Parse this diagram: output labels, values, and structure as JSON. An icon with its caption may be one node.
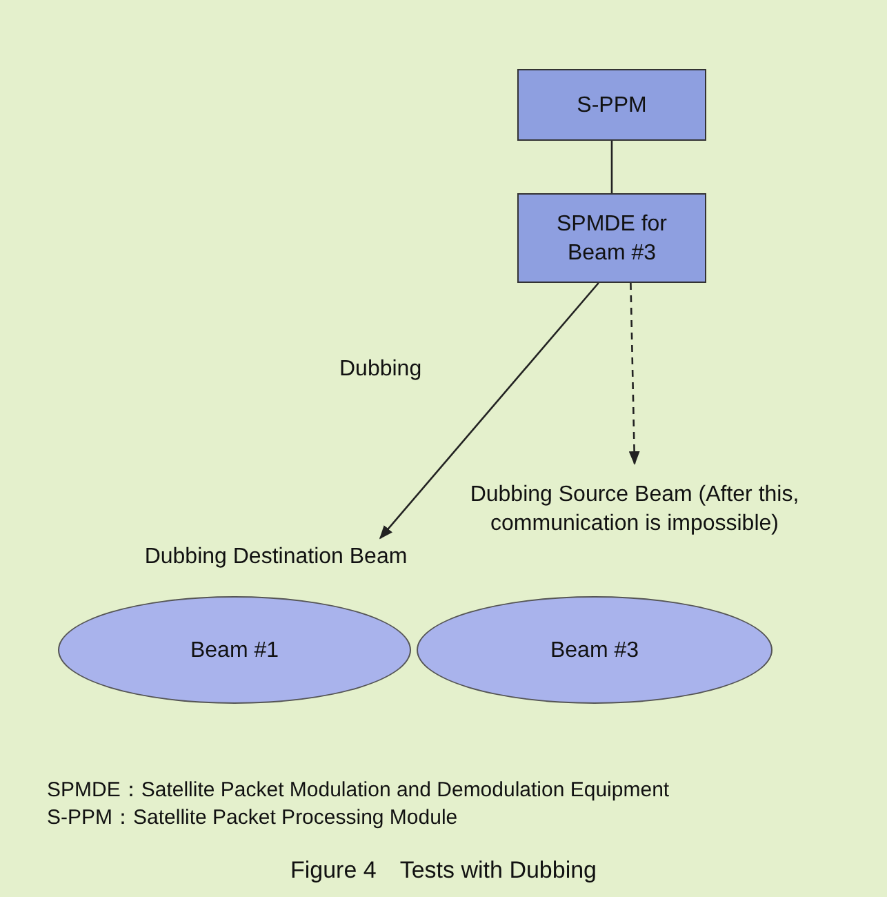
{
  "diagram": {
    "caption": "Figure 4　Tests with Dubbing",
    "nodes": [
      {
        "text": [
          "S-PPM"
        ]
      },
      {
        "text": [
          "SPMDE for Beam #3"
        ]
      },
      {
        "text": [
          "Dubbing Destination Beam"
        ]
      },
      {
        "text": [
          "Dubbing Source Beam (After this, communication is impossible)"
        ]
      },
      {
        "text": [
          "Beam #1"
        ]
      },
      {
        "text": [
          "Beam #3"
        ]
      }
    ],
    "edges": [
      {
        "from": 0,
        "to": 1,
        "arrow": "none"
      },
      {
        "from": 1,
        "to": 2,
        "arrow": "to",
        "label": "Dubbing"
      },
      {
        "from": 1,
        "to": 3,
        "arrow": "to",
        "style": "dashed"
      }
    ],
    "labels": [
      "SPMDE：Satellite Packet Modulation and Demodulation Equipment",
      "S-PPM：Satellite Packet Processing Module"
    ]
  }
}
